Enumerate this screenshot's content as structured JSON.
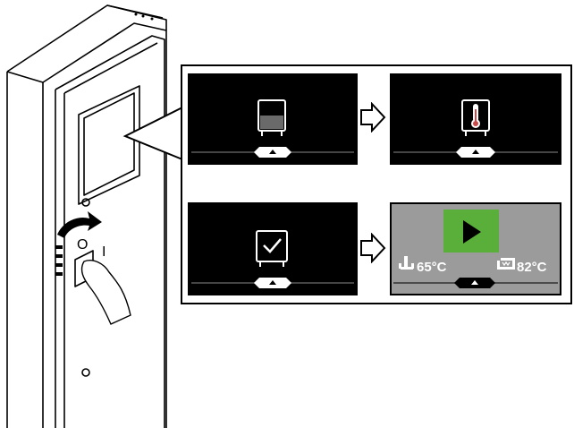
{
  "illustration": {
    "switch_marks": {
      "off": "O",
      "on": "I"
    }
  },
  "screens": [
    {
      "id": "screen-1",
      "icon": "cabinet-half-filled-icon",
      "nav": "chevron-up-icon"
    },
    {
      "id": "screen-2",
      "icon": "cabinet-thermometer-icon",
      "nav": "chevron-up-icon"
    },
    {
      "id": "screen-3",
      "icon": "cabinet-checkmark-icon",
      "nav": "chevron-up-icon"
    },
    {
      "id": "screen-4",
      "icon": "play-button-icon",
      "nav": "chevron-up-icon",
      "wash_temp": "65°C",
      "rinse_temp": "82°C",
      "wash_icon": "wash-temperature-icon",
      "rinse_icon": "rinse-temperature-icon"
    }
  ],
  "flow_arrows": [
    "right-arrow-icon",
    "right-arrow-icon"
  ],
  "colors": {
    "screen_bg": "#000000",
    "ready_screen_bg": "#9b9b9b",
    "play_button": "#5aae3a",
    "icon_line": "#ffffff"
  }
}
